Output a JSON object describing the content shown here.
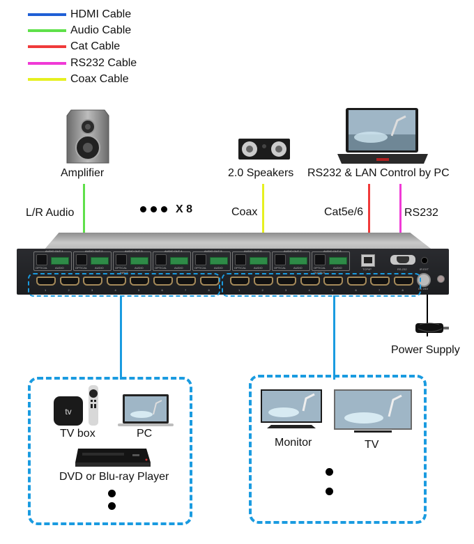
{
  "legend": [
    {
      "label": "HDMI Cable",
      "color": "#1f5fd6"
    },
    {
      "label": "Audio Cable",
      "color": "#5fe04a"
    },
    {
      "label": "Cat Cable",
      "color": "#f03a3a"
    },
    {
      "label": "RS232 Cable",
      "color": "#f03ad6"
    },
    {
      "label": "Coax Cable",
      "color": "#e6f020"
    }
  ],
  "top_devices": {
    "amplifier": {
      "label": "Amplifier",
      "icon": "bookshelf-speaker-icon"
    },
    "speakers": {
      "label": "2.0 Speakers",
      "icon": "center-speaker-icon"
    },
    "pc_control": {
      "label": "RS232 & LAN Control by PC",
      "icon": "laptop-icon"
    }
  },
  "connections": {
    "lr_audio": "L/R Audio",
    "repeat": "X 8",
    "coax": "Coax",
    "cat": "Cat5e/6",
    "rs232": "RS232"
  },
  "device": {
    "audio_groups": [
      "AUDIO OUT 1",
      "AUDIO OUT 2",
      "AUDIO OUT 3",
      "AUDIO OUT 4",
      "AUDIO OUT 5",
      "AUDIO OUT 6",
      "AUDIO OUT 7",
      "AUDIO OUT 8"
    ],
    "optical_label": "OPTICAL",
    "audio_label": "AUDIO",
    "input_label": "INPUT",
    "output_label": "OUTPUT",
    "port_numbers": [
      "1",
      "2",
      "3",
      "4",
      "5",
      "6",
      "7",
      "8"
    ],
    "tcpip_label": "TCP/IP",
    "rs232_label": "RS-232",
    "irext_label": "IR EXT",
    "dc_label": "DC 24V"
  },
  "power_supply": {
    "label": "Power Supply"
  },
  "sources": {
    "tv_box": "TV box",
    "tv_box_logo": "tv",
    "pc": "PC",
    "dvd": "DVD or Blu-ray Player"
  },
  "displays": {
    "monitor": "Monitor",
    "tv": "TV"
  },
  "colors": {
    "hdmi_dash": "#1a9be0",
    "audio": "#5fe04a",
    "coax": "#e6f020",
    "cat": "#f03a3a",
    "rs232": "#f03ad6",
    "power": "#000000"
  }
}
